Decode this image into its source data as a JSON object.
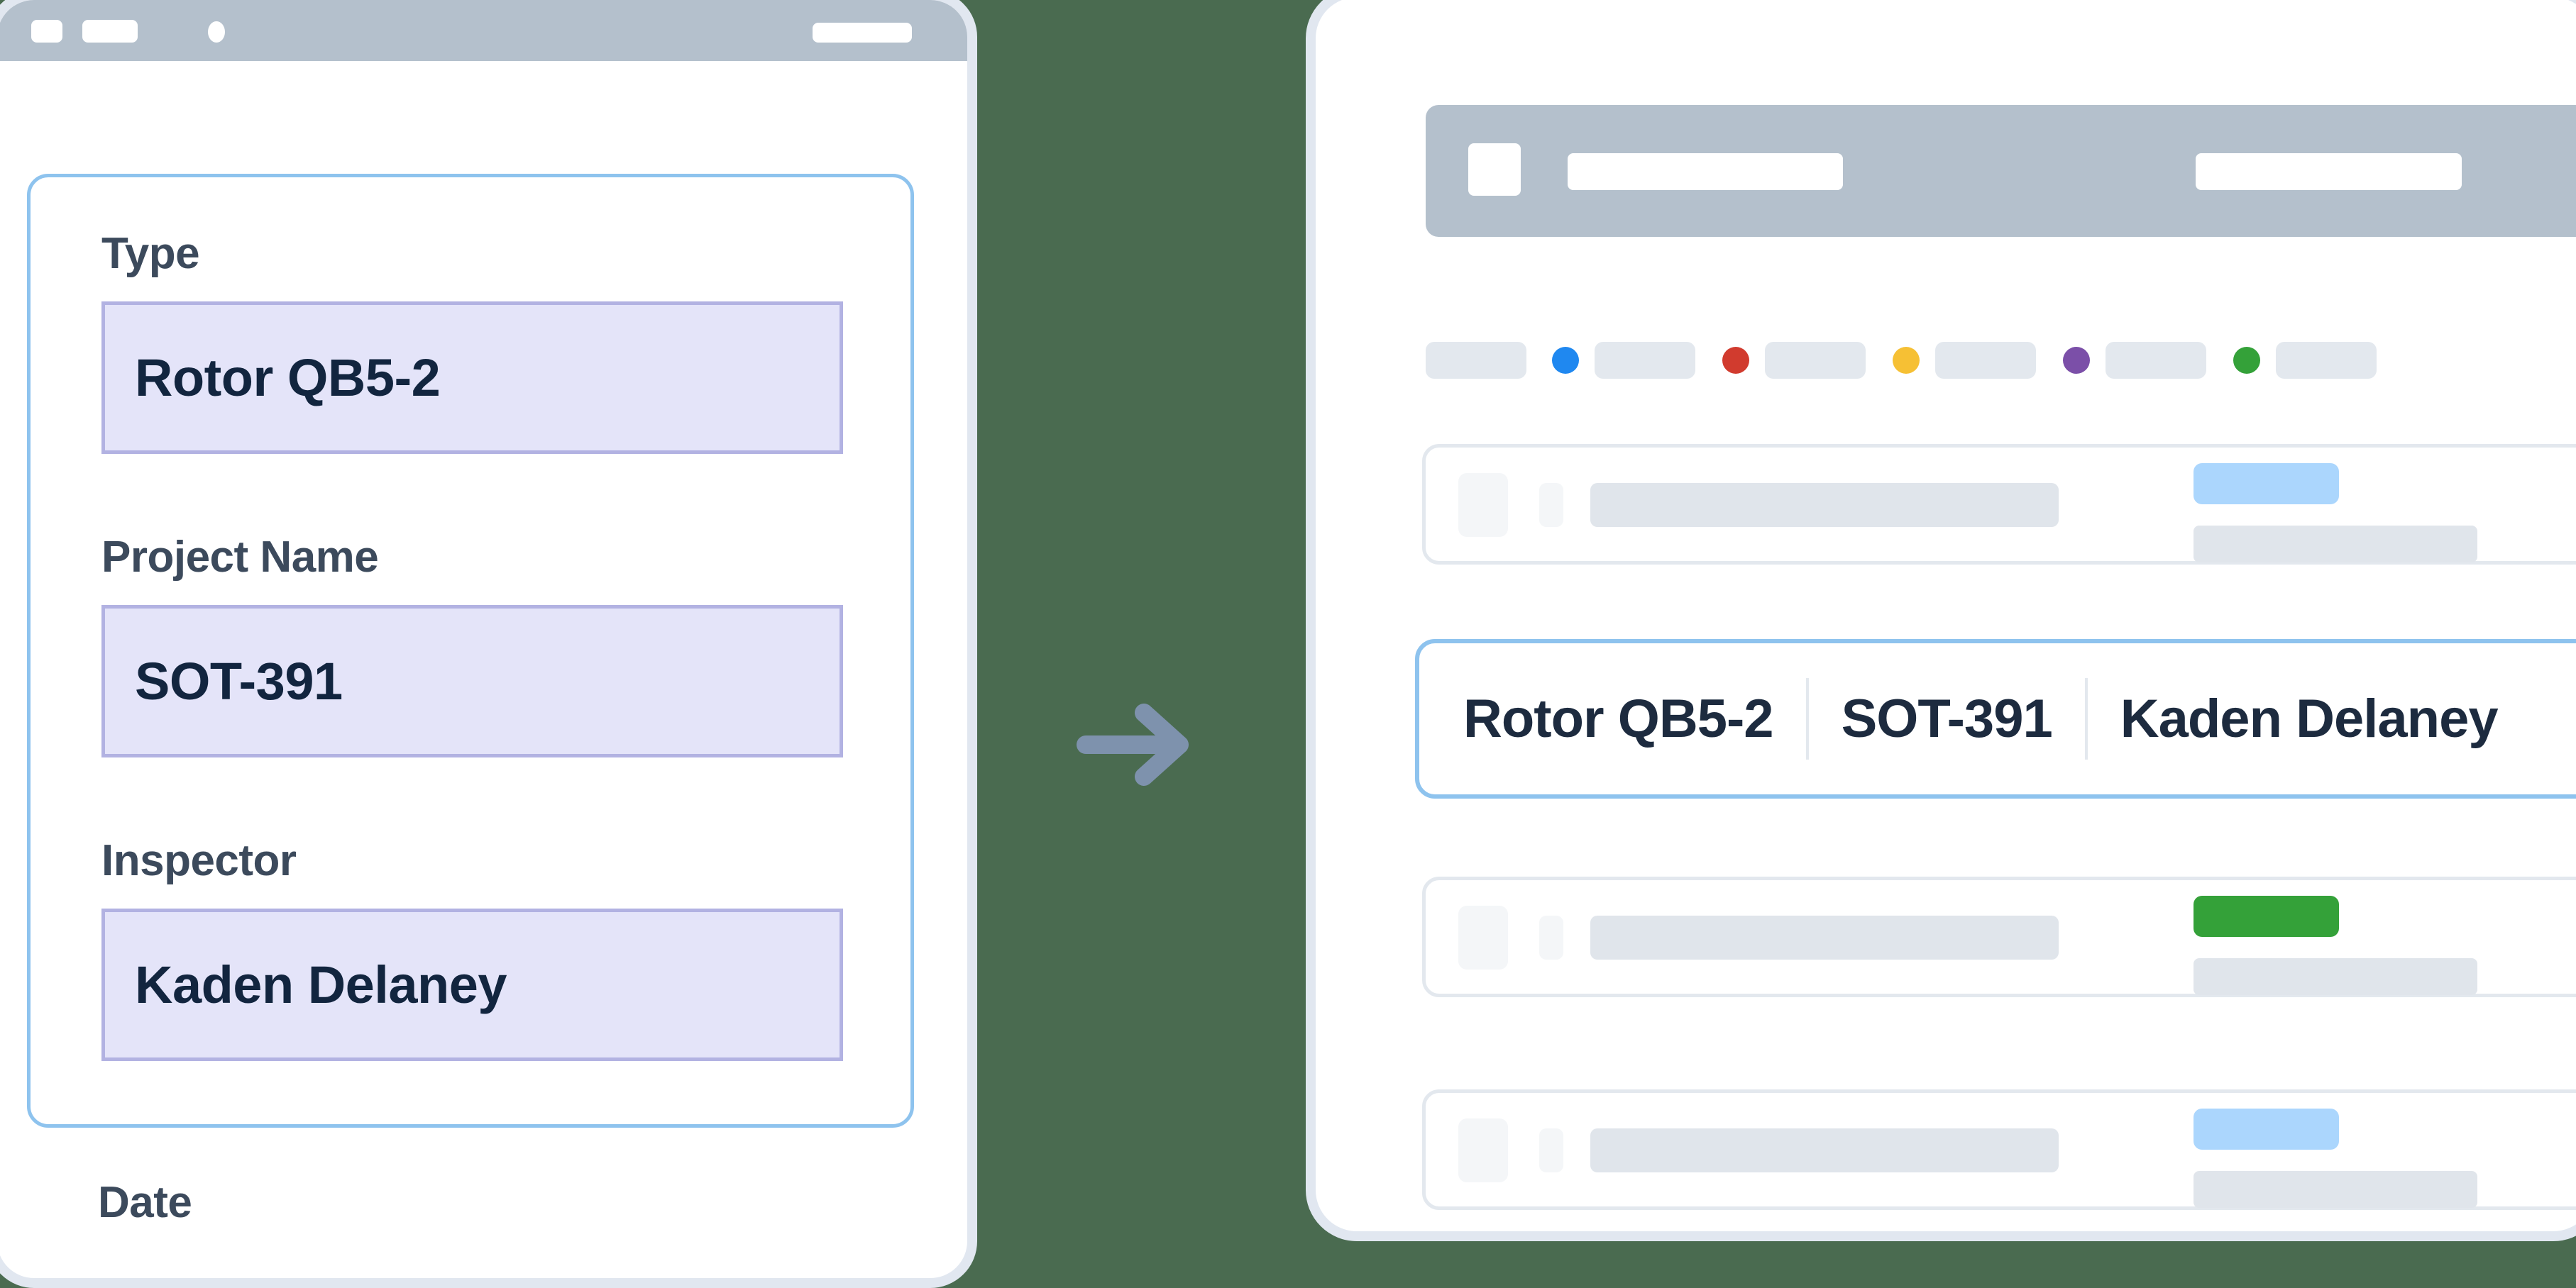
{
  "background_color": "#4a6b50",
  "accent_blue": "#8ec3ee",
  "phone": {
    "topbar": {
      "icons": [
        "menu-square-icon",
        "title-pill",
        "camera-dot-icon",
        "action-pill"
      ]
    },
    "form_card": {
      "highlighted": true,
      "fields": [
        {
          "label": "Type",
          "value": "Rotor QB5-2"
        },
        {
          "label": "Project Name",
          "value": "SOT-391"
        },
        {
          "label": "Inspector",
          "value": "Kaden Delaney"
        }
      ],
      "next_field_label": "Date"
    }
  },
  "arrow": {
    "icon": "arrow-right-icon",
    "color": "#7e92ad"
  },
  "desktop": {
    "header": {
      "icons": [
        "app-square-icon",
        "title-placeholder",
        "action-placeholder"
      ]
    },
    "legend": {
      "items": [
        {
          "dot_color": "",
          "chip_width": 142
        },
        {
          "dot_color": "#1f88f0",
          "chip_width": 142
        },
        {
          "dot_color": "#d13b2e",
          "chip_width": 142
        },
        {
          "dot_color": "#f6c034",
          "chip_width": 142
        },
        {
          "dot_color": "#7b4fa8",
          "chip_width": 142
        },
        {
          "dot_color": "#34a139",
          "chip_width": 142
        }
      ]
    },
    "rows": [
      {
        "badge_color": "#abd6fd",
        "type": "skeleton"
      },
      {
        "badge_color": "#34a139",
        "type": "skeleton"
      },
      {
        "badge_color": "#abd6fd",
        "type": "skeleton"
      }
    ],
    "highlighted_row": {
      "cells": [
        "Rotor QB5-2",
        "SOT-391",
        "Kaden Delaney"
      ]
    }
  }
}
